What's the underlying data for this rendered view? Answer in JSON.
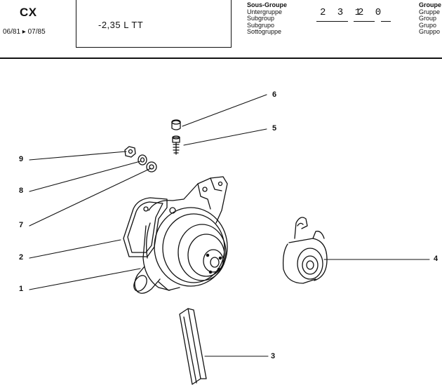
{
  "header": {
    "model": "CX",
    "dates": "06/81 ▸ 07/85",
    "engine": "-2,35 L  TT",
    "subgroup_labels": [
      "Sous-Groupe",
      "Untergruppe",
      "Subgroup",
      "Subgrupo",
      "Sottogruppe"
    ],
    "subgroup_code_a": "2 3 1",
    "subgroup_code_b": "2 0",
    "group_labels": [
      "Groupe",
      "Gruppe",
      "Group",
      "Grupo",
      "Gruppo"
    ]
  },
  "callouts": {
    "c1": "1",
    "c2": "2",
    "c3": "3",
    "c4": "4",
    "c5": "5",
    "c6": "6",
    "c7": "7",
    "c8": "8",
    "c9": "9"
  }
}
